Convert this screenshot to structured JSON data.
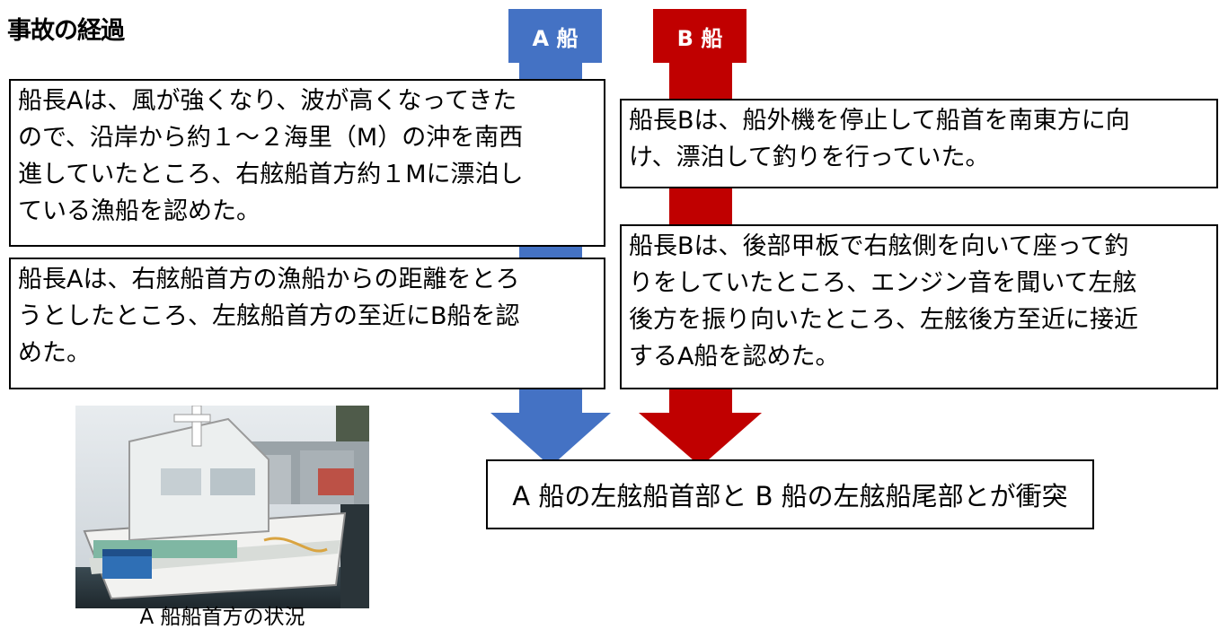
{
  "title": "事故の経過",
  "lanes": {
    "a": {
      "label": "A 船",
      "color": "#4472c4"
    },
    "b": {
      "label": "B 船",
      "color": "#c00000"
    }
  },
  "boxes": {
    "a1": "船長Aは、風が強くなり、波が高くなってきた\nので、沿岸から約１～２海里（M）の沖を南西\n進していたところ、右舷船首方約１Mに漂泊し\nている漁船を認めた。",
    "a2": "船長Aは、右舷船首方の漁船からの距離をとろ\nうとしたところ、左舷船首方の至近にB船を認\nめた。",
    "b1": "船長Bは、船外機を停止して船首を南東方に向\nけ、漂泊して釣りを行っていた。",
    "b2": "船長Bは、後部甲板で右舷側を向いて座って釣\nりをしていたところ、エンジン音を聞いて左舷\n後方を振り向いたところ、左舷後方至近に接近\nするA船を認めた。"
  },
  "result": "A 船の左舷船首部と B 船の左舷船尾部とが衝突",
  "photo": {
    "caption": "A 船船首方の状況"
  }
}
